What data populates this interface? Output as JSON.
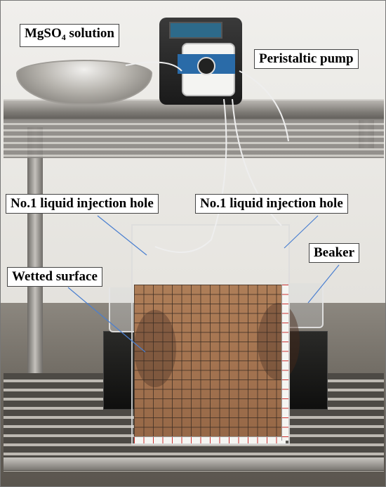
{
  "labels": {
    "solution_prefix": "MgSO",
    "solution_subscript": "4",
    "solution_suffix": " solution",
    "pump": "Peristaltic pump",
    "hole_left": "No.1 liquid injection hole",
    "hole_right": "No.1 liquid injection hole",
    "beaker": "Beaker",
    "wetted_surface": "Wetted surface"
  },
  "colors": {
    "leader_line": "#4a7fd0",
    "label_background": "#ffffff",
    "soil": "#9a6640"
  }
}
